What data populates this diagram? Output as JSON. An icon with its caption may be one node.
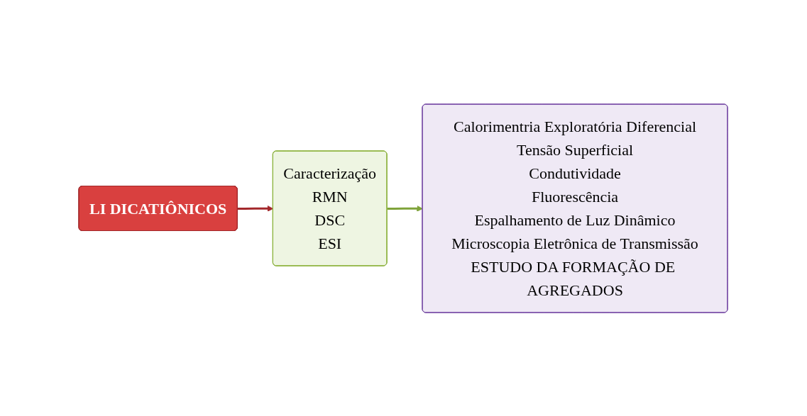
{
  "diagram": {
    "nodes": [
      {
        "text": [
          "LI DICATIÔNICOS"
        ]
      },
      {
        "text": [
          "Caracterização",
          "RMN",
          "DSC",
          "ESI"
        ]
      },
      {
        "text": [
          "Calorimentria Exploratória Diferencial",
          "Tensão Superficial",
          "Condutividade",
          "Fluorescência",
          "Espalhamento de Luz Dinâmico",
          "Microscopia Eletrônica de Transmissão",
          "ESTUDO DA FORMAÇÃO DE AGREGADOS"
        ]
      }
    ],
    "edges": [
      {
        "from": 0,
        "to": 1,
        "arrow": "to",
        "color": "#a3282b"
      },
      {
        "from": 1,
        "to": 2,
        "arrow": "to",
        "color": "#7fa33a"
      }
    ]
  }
}
